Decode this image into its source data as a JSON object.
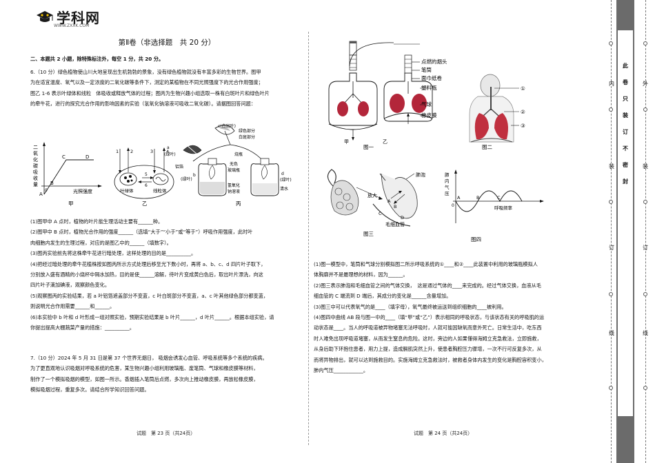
{
  "logo": {
    "brand": "学科网",
    "url": "WWW.ZXXK.COM"
  },
  "section_title": "第Ⅱ卷（非选择题　共 20 分）",
  "instructions": "二、本题共 2 小题，除特殊标注外，每空 1 分，共 20 分。",
  "q6": {
    "intro": [
      "6.（10 分）绿色植物使山川大地呈现出生机勃勃的景象，没有绿色植物就没有丰富多彩的生物世界。图甲",
      "为在适宜温度、氧气以及一定浓度的二氧化碳等条件下，测定的某植物在不同光照强度下的光合作用强度；",
      "图乙 1-6 表示叶绿体和线粒　体吸收或释放气体的过程；图丙为生物兴趣小组选取一株有白斑叶片和绿色叶片",
      "的牵牛花，进行的探究光合作用的影响因素的实验（氢氧化钠溶液可吸收二氧化碳）。请据图回答问题："
    ],
    "fig_jia": {
      "ylabel": [
        "二",
        "氧",
        "化",
        "碳",
        "吸",
        "收",
        "量"
      ],
      "xlabel": "光照强度",
      "points": [
        "A",
        "B",
        "C",
        "D"
      ],
      "origin": "0",
      "caption": "甲"
    },
    "fig_yi": {
      "labels": [
        "叶绿体",
        "线粒体"
      ],
      "nums": [
        "1",
        "2",
        "3",
        "4",
        "5",
        "6"
      ],
      "caption": "乙"
    },
    "fig_bing": {
      "labels": [
        "c(白斑叶)",
        "绿色部分",
        "白斑部分",
        "a",
        "(绿叶)",
        "铝箔",
        "b",
        "(绿叶)",
        "无色",
        "玻璃瓶",
        "氢氧化",
        "钠溶液",
        "d",
        "(绿叶)",
        "清水",
        "烧瓶"
      ],
      "caption": "丙"
    },
    "questions": [
      "(1)图甲中 A 点时，植物的叶片能生理活动主要有______种。",
      "(2)图甲中 B 点时，植物光合作用的强度______（选填“大于”“小于”或“等于”）呼吸作用强度，此时叶",
      "肉细胞内发生的生理过程，对应的是图乙中的______（填数字）。",
      "(3)图丙实验前先将这株牵牛花进行暗处理，这样处理的目的是__________。",
      "(4)把经过暗处理的牵牛花植株按如图丙所示方式处理后移至光下数小时，再将 a、b、c、d 四片叶子取下，",
      "分别放入盛有酒精的小烧杯中隔水加热，目的是使______溶解，待叶片变成黄白色后，取出叶片漂洗，向这",
      "四片叶子滴加碘液，观察颜色变化。",
      "(5)观察图丙的实验结果，若 a 叶铝箔遮盖部分不变蓝，c 叶白斑部分不变蓝，a、c 叶其他绿色部分都变蓝，",
      "则说明光合作用需要______和______。",
      "(6)本实验中 b 叶和 d 叶形成一组对照实验，预期实验结果是 b 叶片______，d 叶片______。根据本组实验，请",
      "你提出提高大棚蔬菜产量的措施：__________。"
    ]
  },
  "q7": {
    "intro": [
      "7.（10 分）2024 年 5 月 31 日是第 37 个世界无烟日， 吸烟会诱发心血管、呼吸系统等多个系统的疾病。",
      "为了更直观地认识吸烟对呼吸系统的危害，某生物兴趣小组利用玻璃瓶、废笔筒、气球和橡皮膜等材料，",
      "制作了一个模拟吸烟的模型，如图一所示。香烟插入笔筒后点燃，多次向上推动橡皮膜，再放松橡皮膜，",
      "模拟吸烟过程，重复多次。请结合所学知识回答问题。"
    ],
    "fig1": {
      "labels": [
        "点燃的烟头",
        "笔筒",
        "面巾纸卷",
        "塑料瓶",
        "气球",
        "橡皮膜"
      ],
      "sub": [
        "甲",
        "乙"
      ],
      "caption": "图一"
    },
    "fig2": {
      "labels": [
        "①",
        "②",
        "③"
      ],
      "caption": "图二"
    },
    "fig3": {
      "labels": [
        "放大",
        "肺泡",
        "A",
        "B",
        "C",
        "D",
        "毛细血管"
      ],
      "caption": "图三"
    },
    "fig4": {
      "ylabel": [
        "肺",
        "内",
        "气",
        "压"
      ],
      "xlabel": "呼吸频率",
      "points": [
        "A",
        "B",
        "C"
      ],
      "origin": "0",
      "caption": "图四"
    },
    "questions": [
      "(1)图一模型中，笔筒和气球分别模拟图二所示呼吸系统的①____和②____此装置中利用的玻璃瓶模拟人",
      "体胸廓并不是最理想的材料，因为______。",
      "(2)图三表示肺泡和毛细血管之间的气体交换，　这是通过气体的____来完成的。经过气体交换，血液从毛",
      "细血管的 C 端流到 D 端后，其成分的变化是______含量增加。",
      "(3)图三中可以代表氧气的是____（填字母），氧气最终被运送到组织细胞的____被利用。",
      "(4)图四中曲线 AB 段与图一中的____（填“甲”或“乙”）表示相同的呼吸状态，与该状态有关的呼吸肌的运",
      "动状态是____。当人的呼吸道被异物堵塞无法呼吸时，人就可能因缺氧而意外死亡。日常生活中，吃东西",
      "时人难免出现呼吸道堵塞，从而发生窒息的危险。这时，旁边的人如果懂得海姆立克急救法，立即施救，",
      "从身后助下环抱住患者，用力上提，造成膈肌突然上升，使患者胸腔压力骤增，一次不行可反复多次，从",
      "而将异物排出，就可以达到施救目的。实施海姆立克急救法时，被救者身体内发生的变化是胸腔容积变小，",
      "肺内气压____________。"
    ]
  },
  "footer": {
    "left": "试题　第 23 页（共24页）",
    "right": "试题　第 24 页（共24页）"
  },
  "binding": {
    "outer_chars": [
      "外",
      "装",
      "订",
      "线"
    ],
    "middle_chars": [
      "此",
      "卷",
      "只",
      "装",
      "订",
      "不",
      "密",
      "封"
    ],
    "inner_chars": [
      "内",
      "装",
      "订",
      "线"
    ]
  }
}
